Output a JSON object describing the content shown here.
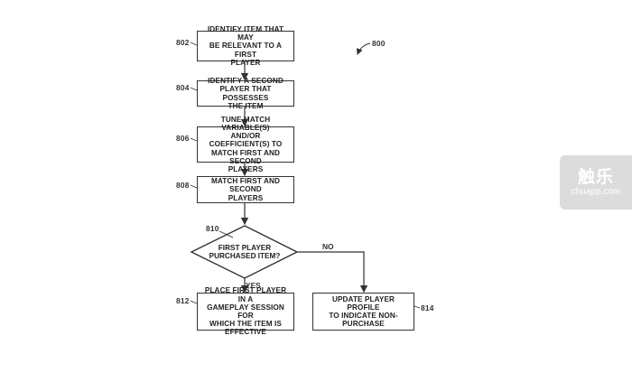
{
  "figure_ref": "800",
  "boxes": [
    {
      "ref": "802",
      "text": "IDENTIFY ITEM THAT MAY\nBE RELEVANT TO A FIRST\nPLAYER"
    },
    {
      "ref": "804",
      "text": "IDENTIFY A SECOND\nPLAYER THAT POSSESSES\nTHE ITEM"
    },
    {
      "ref": "806",
      "text": "TUNE MATCH VARIABLE(S)\nAND/OR COEFFICIENT(S) TO\nMATCH FIRST AND SECOND\nPLAYERS"
    },
    {
      "ref": "808",
      "text": "MATCH FIRST AND SECOND\nPLAYERS"
    },
    {
      "ref": "812",
      "text": "PLACE FIRST PLAYER IN A\nGAMEPLAY SESSION FOR\nWHICH THE ITEM IS\nEFFECTIVE"
    },
    {
      "ref": "814",
      "text": "UPDATE PLAYER PROFILE\nTO INDICATE NON-\nPURCHASE"
    }
  ],
  "decision": {
    "ref": "810",
    "text": "FIRST PLAYER\nPURCHASED ITEM?",
    "yes_label": "YES",
    "no_label": "NO"
  },
  "watermark": {
    "main": "触乐",
    "sub": "chuapp.com"
  },
  "colors": {
    "line": "#333333",
    "watermark_bg": "#d9d9d9"
  }
}
